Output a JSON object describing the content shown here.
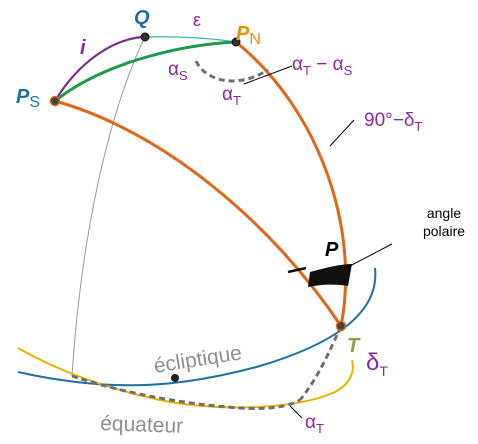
{
  "labels": {
    "i": "i",
    "Q": "Q",
    "epsilon": "ε",
    "PN_main": "P",
    "PN_sub": "N",
    "PS_main": "P",
    "PS_sub": "S",
    "alphaS_main": "α",
    "alphaS_sub": "S",
    "alphaT_main": "α",
    "alphaT_sub": "T",
    "diff_a1": "α",
    "diff_t": "T",
    "diff_minus": " − ",
    "diff_a2": "α",
    "diff_s": "S",
    "codecl_main": "90°−δ",
    "codecl_sub": "T",
    "angle_line1": "angle",
    "angle_line2": "polaire",
    "P_angle": "P",
    "T": "T",
    "deltaT_main": "δ",
    "deltaT_sub": "T",
    "ecliptique": "écliptique",
    "equateur": "équateur",
    "alphaT2_main": "α",
    "alphaT2_sub": "T"
  },
  "colors": {
    "orange_circle": "#e0671a",
    "green_arc": "#1f9a4a",
    "purple_arc": "#7a2e8a",
    "teal_arc": "#3fb8b0",
    "ecliptic": "#1f6fa8",
    "equator": "#e8b400",
    "dashed": "#6f6f6f",
    "thin_grey": "#9a9a9a",
    "angle_wedge": "#111111"
  }
}
